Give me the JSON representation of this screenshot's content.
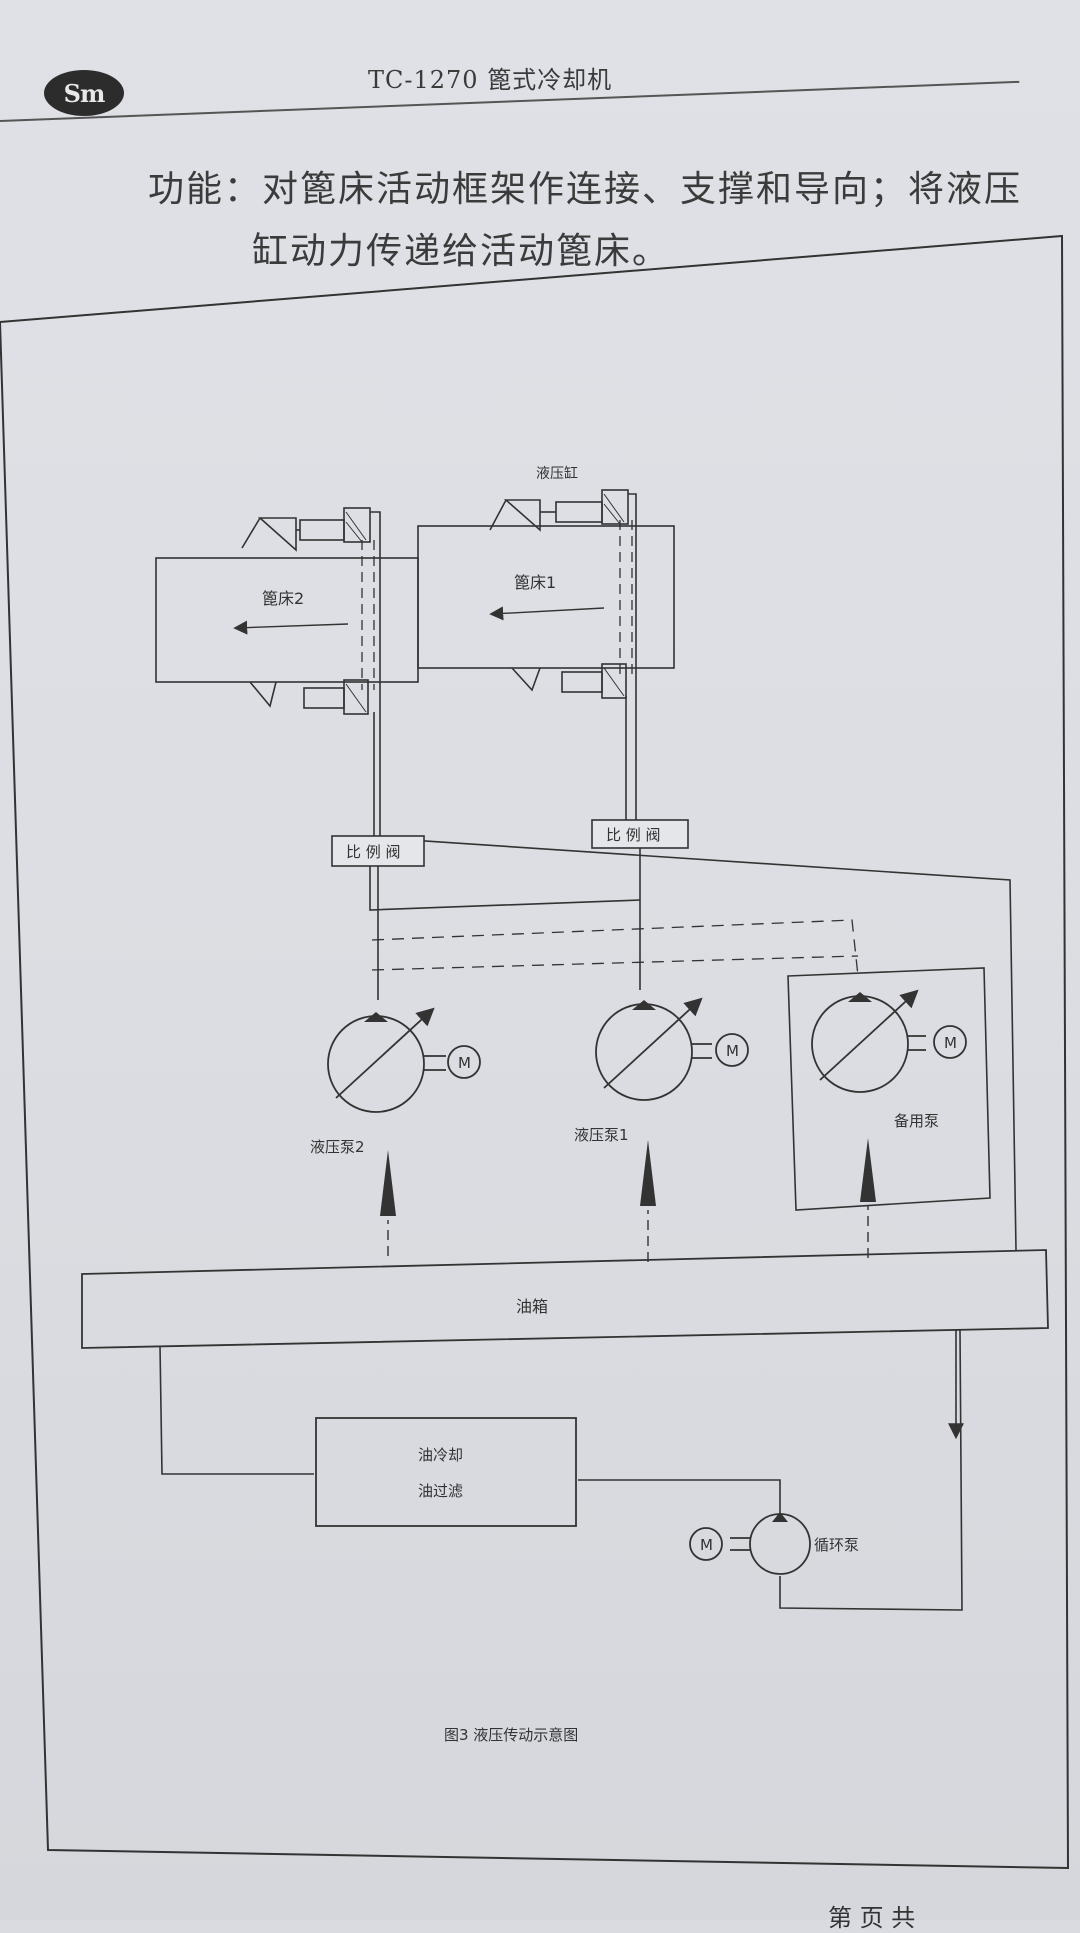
{
  "header": {
    "logo_text": "Sm",
    "doc_title": "TC-1270 篦式冷却机"
  },
  "function_text": {
    "line1": "功能：对篦床活动框架作连接、支撑和导向；将液压",
    "line2": "缸动力传递给活动篦床。"
  },
  "diagram": {
    "cylinder_label": "液压缸",
    "grate1_label": "篦床1",
    "grate2_label": "篦床2",
    "valve1_label": "比 例 阀",
    "valve2_label": "比 例 阀",
    "pump1_label": "液压泵1",
    "pump2_label": "液压泵2",
    "standby_pump_label": "备用泵",
    "motor_label": "M",
    "tank_label": "油箱",
    "cooler_line1": "油冷却",
    "cooler_line2": "油过滤",
    "circ_pump_label": "循环泵"
  },
  "caption": "图3    液压传动示意图",
  "footer": "第  页  共"
}
